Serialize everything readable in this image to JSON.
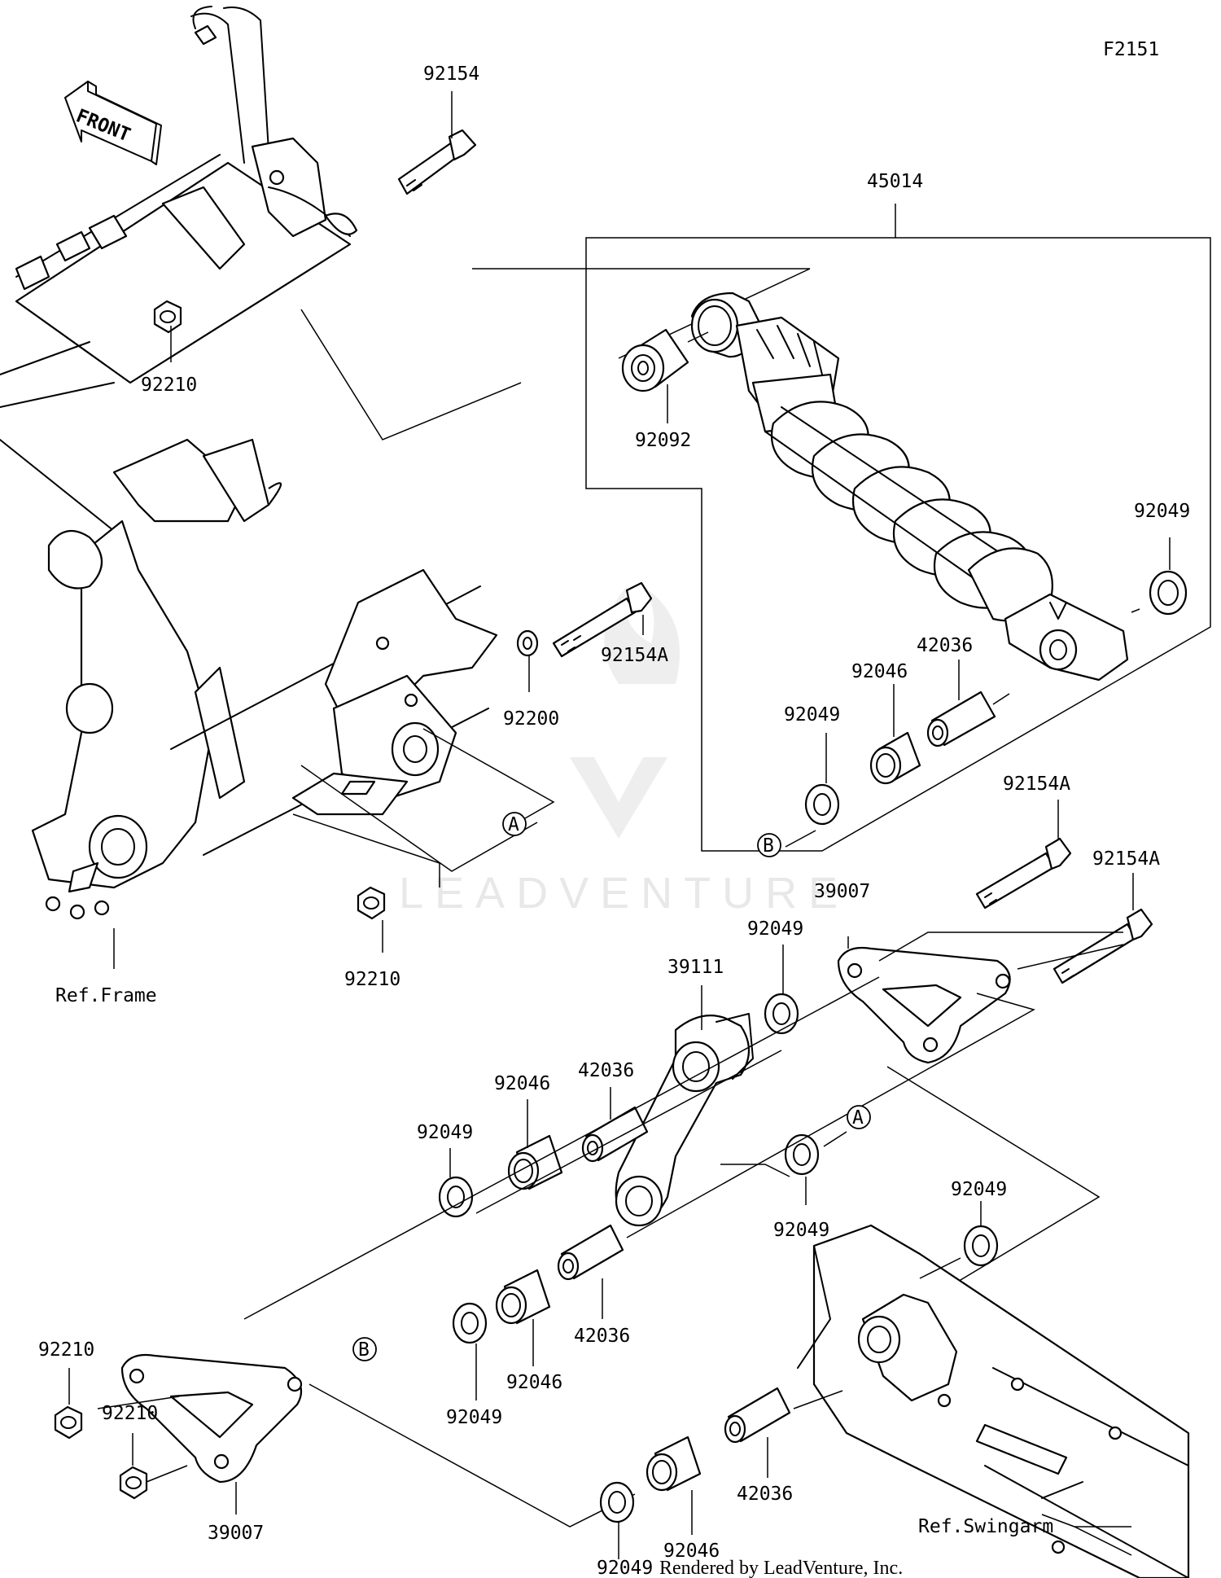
{
  "diagram_code": "F2151",
  "front_label": "FRONT",
  "watermark": "LEADVENTURE",
  "footer": "Rendered by LeadVenture, Inc.",
  "callouts": [
    {
      "id": "c-92154-top",
      "text": "92154"
    },
    {
      "id": "c-45014",
      "text": "45014"
    },
    {
      "id": "c-92210-top",
      "text": "92210"
    },
    {
      "id": "c-92092",
      "text": "92092"
    },
    {
      "id": "c-92049-shock",
      "text": "92049"
    },
    {
      "id": "c-92154A-mid",
      "text": "92154A"
    },
    {
      "id": "c-92200",
      "text": "92200"
    },
    {
      "id": "c-42036-shock",
      "text": "42036"
    },
    {
      "id": "c-92046-shock",
      "text": "92046"
    },
    {
      "id": "c-92049-shockB",
      "text": "92049"
    },
    {
      "id": "c-92154A-r1",
      "text": "92154A"
    },
    {
      "id": "c-92154A-r2",
      "text": "92154A"
    },
    {
      "id": "c-39007-top",
      "text": "39007"
    },
    {
      "id": "c-92210-mid",
      "text": "92210"
    },
    {
      "id": "c-ref-frame",
      "text": "Ref.Frame"
    },
    {
      "id": "c-92049-rod",
      "text": "92049"
    },
    {
      "id": "c-39111",
      "text": "39111"
    },
    {
      "id": "c-42036-rod",
      "text": "42036"
    },
    {
      "id": "c-92046-rod",
      "text": "92046"
    },
    {
      "id": "c-92049-rodL",
      "text": "92049"
    },
    {
      "id": "c-92049-A",
      "text": "92049"
    },
    {
      "id": "c-92049-swing",
      "text": "92049"
    },
    {
      "id": "c-42036-low",
      "text": "42036"
    },
    {
      "id": "c-92046-low",
      "text": "92046"
    },
    {
      "id": "c-92049-low",
      "text": "92049"
    },
    {
      "id": "c-92210-bl1",
      "text": "92210"
    },
    {
      "id": "c-92210-bl2",
      "text": "92210"
    },
    {
      "id": "c-39007-bot",
      "text": "39007"
    },
    {
      "id": "c-42036-bot",
      "text": "42036"
    },
    {
      "id": "c-92046-bot",
      "text": "92046"
    },
    {
      "id": "c-92049-bot",
      "text": "92049"
    },
    {
      "id": "c-ref-swingarm",
      "text": "Ref.Swingarm"
    }
  ],
  "refs": {
    "A": "A",
    "B": "B"
  }
}
